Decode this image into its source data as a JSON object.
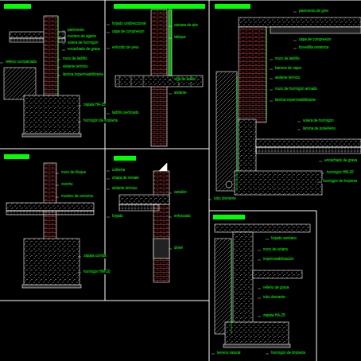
{
  "diagram": {
    "labels": [
      "pavimento",
      "mortero de agarre",
      "solera de hormigón",
      "encachado de grava",
      "muro de ladrillo",
      "aislante térmico",
      "lámina impermeabilizante",
      "hormigón de limpieza",
      "zapata HA-25",
      "relleno compactado",
      "forjado unidireccional",
      "capa de compresión",
      "enlucido de yeso",
      "cámara de aire",
      "tabique",
      "viga de atado",
      "aislante",
      "ladrillo perforado",
      "pavimento de gres",
      "capa de compresión",
      "bovedilla cerámica",
      "muro de ladrillo",
      "barrera de vapor",
      "aislante térmico",
      "muro de hormigón armado",
      "lámina impermeabilizante",
      "solera de hormigón",
      "lámina de polietileno",
      "encachado de grava",
      "tubo drenante",
      "hormigón HM-20",
      "hormigón de limpieza",
      "muro de bloque",
      "zuncho",
      "mortero de cemento",
      "zapata corrida",
      "hormigón HM-20",
      "cubierta",
      "chapa de remate",
      "aislante térmico",
      "forjado",
      "canalón",
      "enfoscado",
      "dintel",
      "forjado sanitario",
      "muro de sótano",
      "impermeabilización",
      "relleno de grava",
      "tubo drenante",
      "zapata HA-25",
      "hormigón de limpieza",
      "terreno natural"
    ]
  }
}
